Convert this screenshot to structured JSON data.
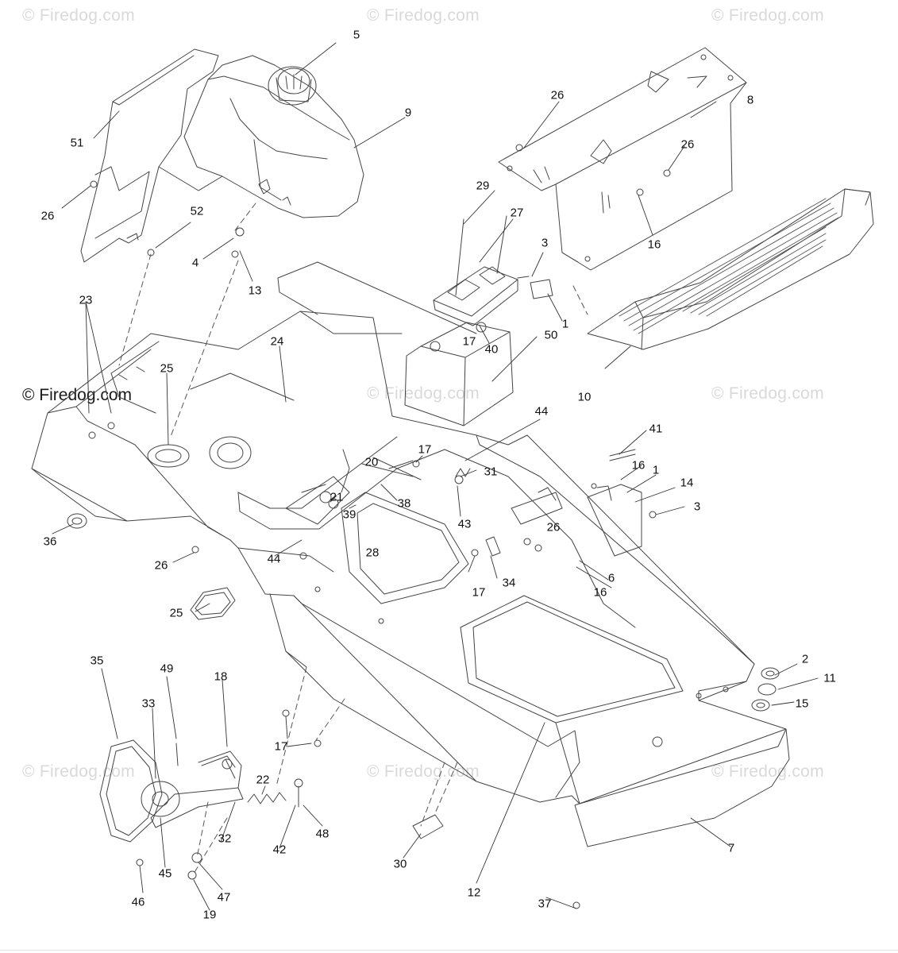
{
  "watermark": {
    "text": "© Firedog.com",
    "count": 9,
    "color": "#d9d9d9"
  },
  "main_watermark": {
    "text": "© Firedog.com",
    "color": "#1a1a1a"
  },
  "callouts": [
    "5",
    "9",
    "51",
    "26",
    "52",
    "4",
    "13",
    "26",
    "8",
    "26",
    "16",
    "29",
    "27",
    "3",
    "1",
    "40",
    "17",
    "50",
    "10",
    "23",
    "24",
    "25",
    "36",
    "26",
    "44",
    "21",
    "39",
    "38",
    "20",
    "17",
    "31",
    "43",
    "44",
    "41",
    "16",
    "1",
    "14",
    "3",
    "26",
    "6",
    "16",
    "17",
    "34",
    "28",
    "25",
    "2",
    "11",
    "15",
    "35",
    "49",
    "18",
    "33",
    "22",
    "42",
    "48",
    "45",
    "32",
    "47",
    "46",
    "19",
    "17",
    "30",
    "12",
    "37",
    "7"
  ]
}
